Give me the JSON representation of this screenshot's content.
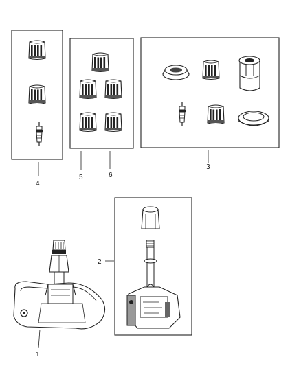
{
  "callouts": {
    "part_1": "1",
    "part_2": "2",
    "part_3": "3",
    "part_4": "4",
    "part_5": "5",
    "part_6": "6"
  }
}
